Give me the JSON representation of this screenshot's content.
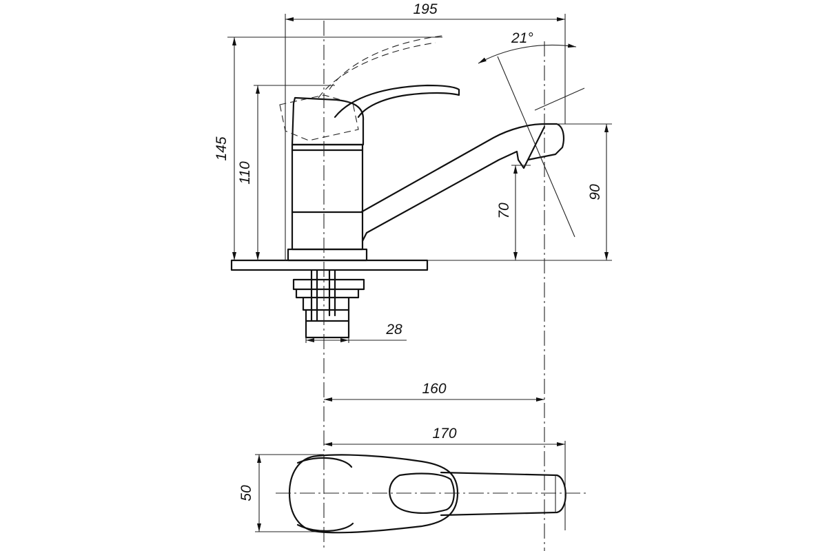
{
  "dimensions": {
    "overall_width": "195",
    "lever_angle": "21°",
    "total_height": "145",
    "lever_height": "110",
    "spout_height": "90",
    "outlet_height": "70",
    "thread_diameter": "28",
    "spout_reach": "160",
    "total_reach": "170",
    "body_width": "50"
  }
}
